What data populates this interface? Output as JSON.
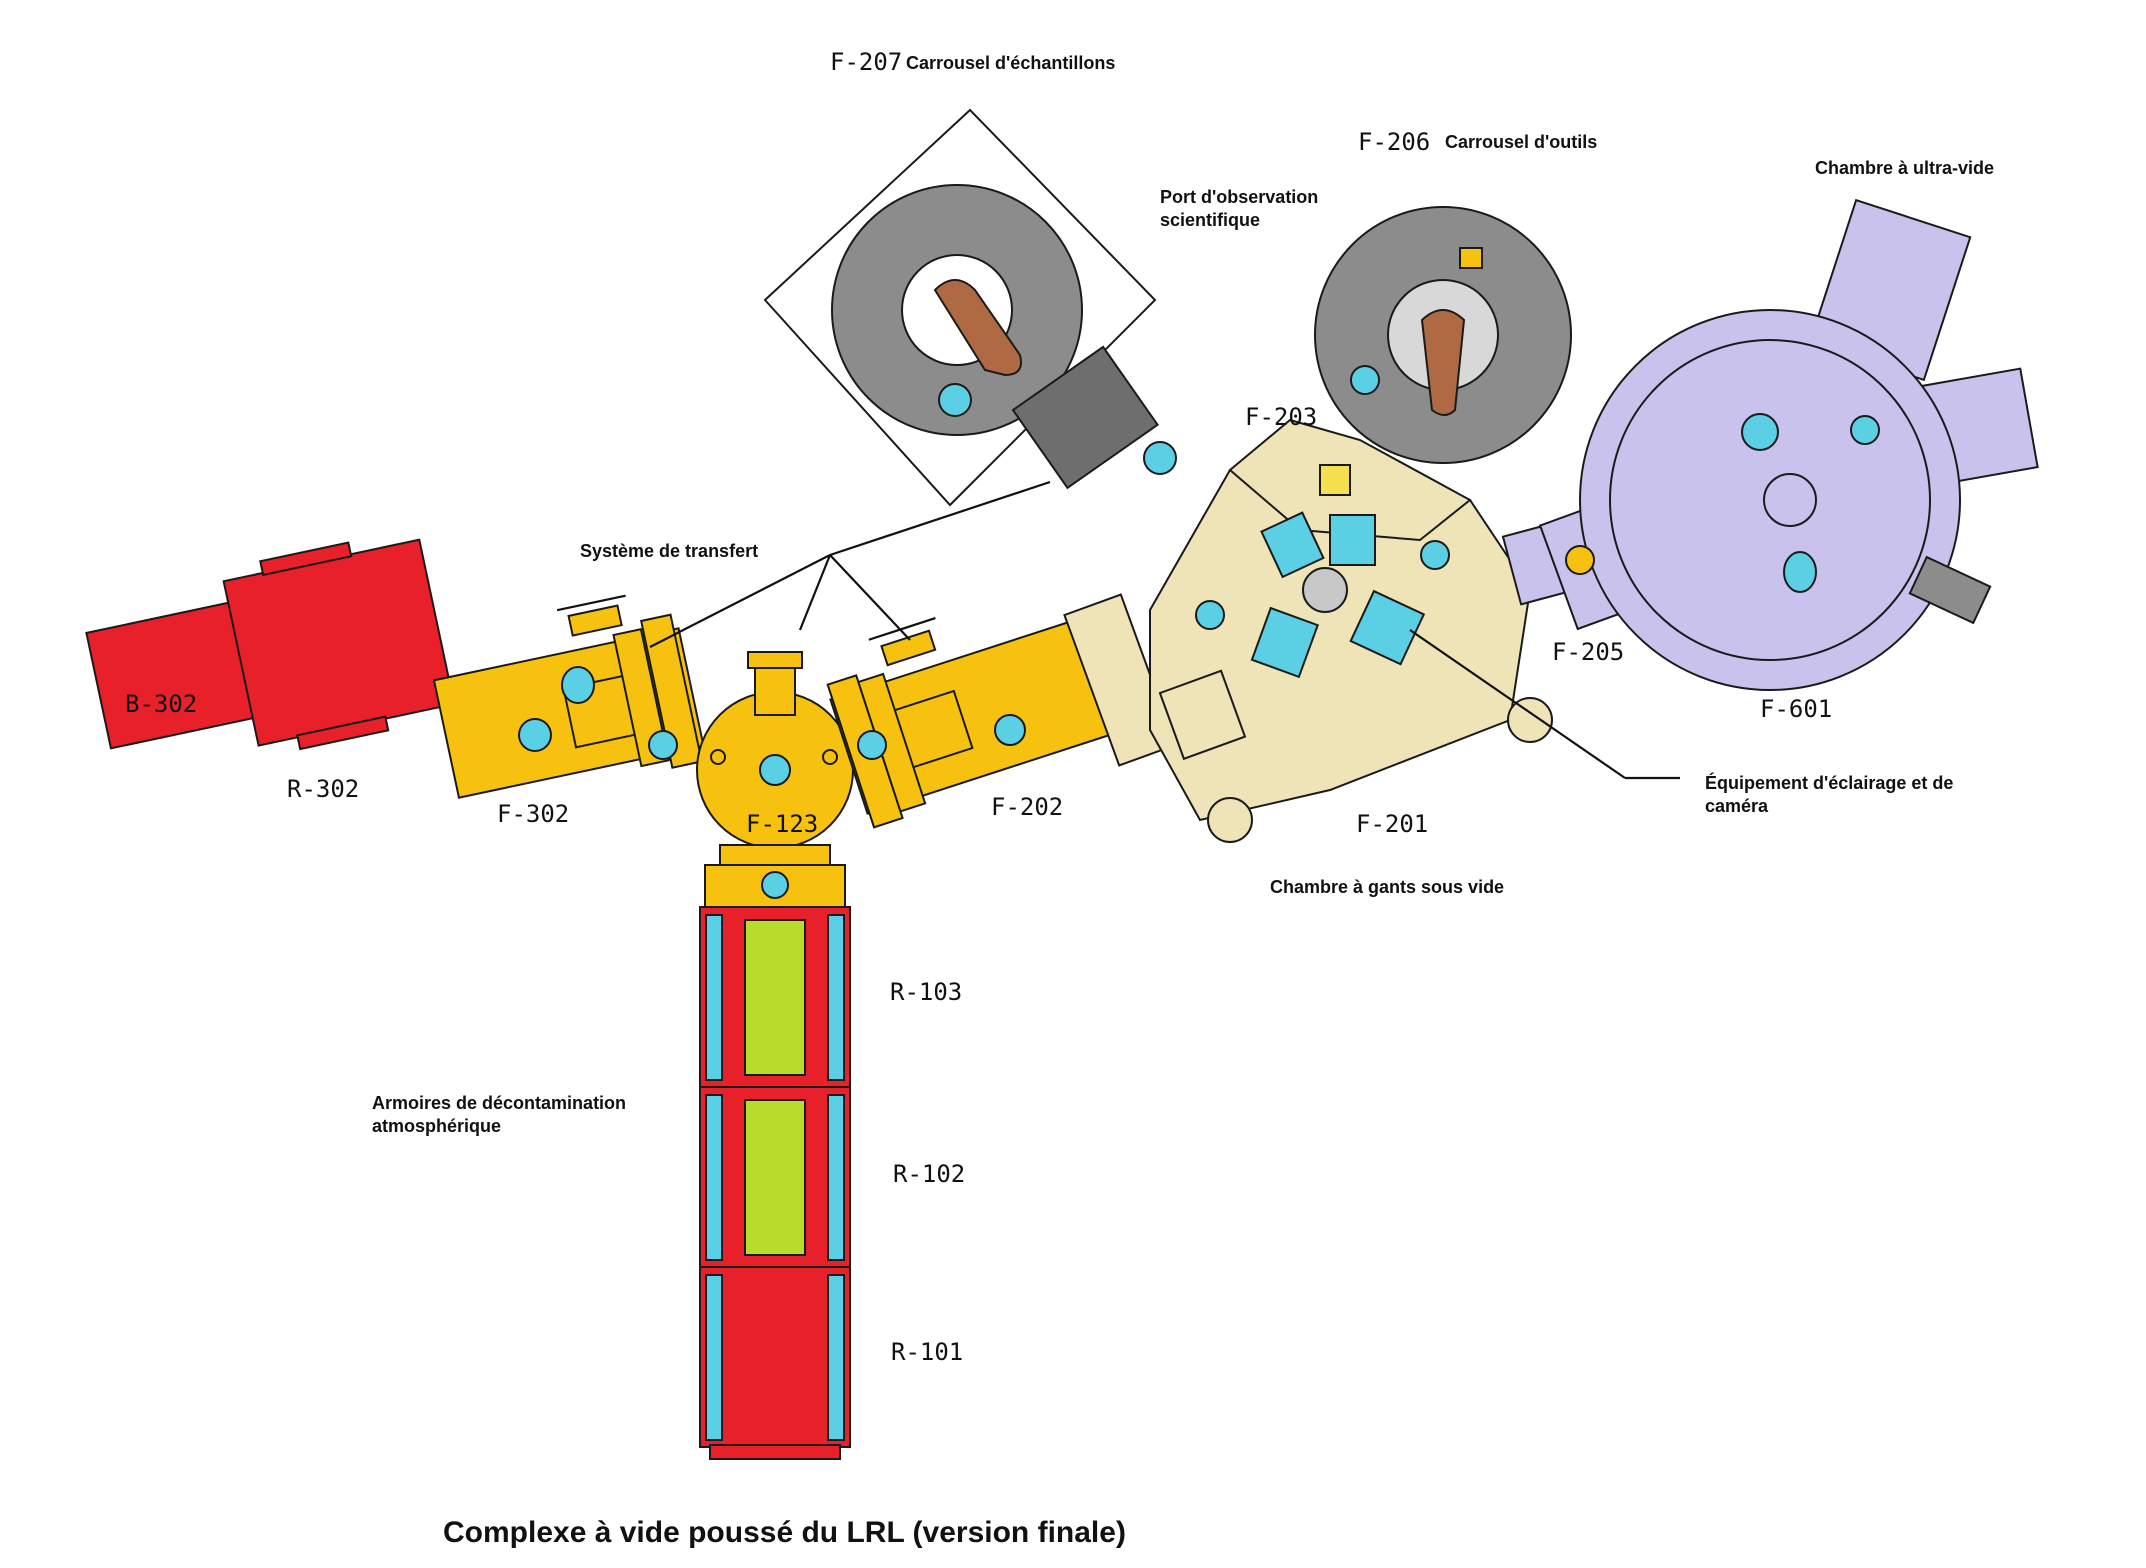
{
  "title": "Complexe à vide poussé du LRL (version finale)",
  "components": {
    "f207_code": "F-207",
    "f207_name": "Carrousel d'échantillons",
    "f206_code": "F-206",
    "f206_name": "Carrousel d'outils",
    "observation_port": [
      "Port d'observation",
      "scientifique"
    ],
    "uhv_chamber": "Chambre à ultra-vide",
    "f203": "F-203",
    "f205": "F-205",
    "f601": "F-601",
    "transfer_system": "Système de transfert",
    "b302": "B-302",
    "r302": "R-302",
    "f302": "F-302",
    "f123": "F-123",
    "f202": "F-202",
    "f201": "F-201",
    "lighting_camera": [
      "Équipement d'éclairage et de",
      "caméra"
    ],
    "glovebox": "Chambre à gants sous vide",
    "r103": "R-103",
    "r102": "R-102",
    "r101": "R-101",
    "decon_cabinets": [
      "Armoires de décontamination",
      "atmosphérique"
    ]
  },
  "colors": {
    "red": "#e8202a",
    "yellow": "#f6c20f",
    "beige": "#efe4b7",
    "gray": "#8c8c8c",
    "dark_gray": "#6e6e6e",
    "lavender": "#c9c2ec",
    "cyan": "#5bcfe4",
    "green": "#b9dc2a",
    "brown": "#b06a43"
  }
}
